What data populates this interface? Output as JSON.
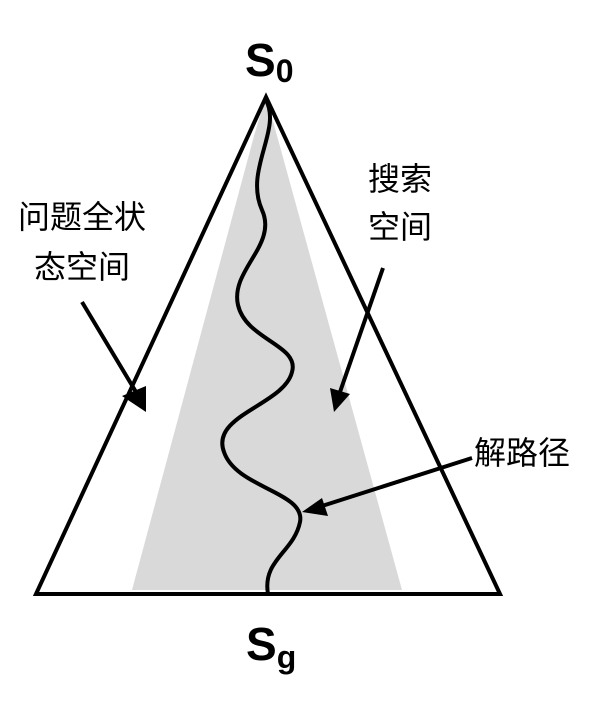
{
  "diagram": {
    "start_node": {
      "main": "S",
      "sub": "0"
    },
    "goal_node": {
      "main": "S",
      "sub": "g"
    },
    "labels": {
      "state_space": [
        "问题全状",
        "态空间"
      ],
      "search_space": [
        "搜索",
        "空间"
      ],
      "solution_path": "解路径"
    },
    "colors": {
      "outline": "#000000",
      "search_fill": "#d9d9d9",
      "background": "#ffffff"
    }
  }
}
